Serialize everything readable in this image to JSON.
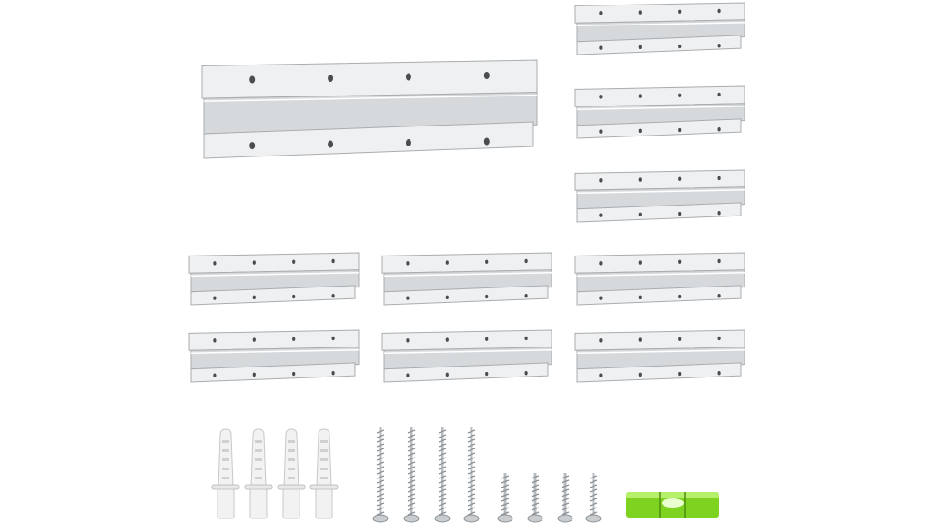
{
  "image": {
    "subject": "french-cleat-hanger-kit",
    "colors": {
      "background": "#ffffff",
      "aluminum_light": "#eef0f1",
      "aluminum_mid": "#d6d9db",
      "aluminum_dark": "#a9adb0",
      "hole": "#4a4d50",
      "anchor": "#f2f2f2",
      "screw": "#b8bcc0",
      "level_green": "#7ed321"
    },
    "items": [
      {
        "name": "large-cleat-bracket",
        "icon": "bracket-icon"
      },
      {
        "name": "small-cleat-bracket",
        "icon": "bracket-icon"
      },
      {
        "name": "wall-anchor",
        "icon": "anchor-icon"
      },
      {
        "name": "long-screw",
        "icon": "screw-icon"
      },
      {
        "name": "short-screw",
        "icon": "screw-icon"
      },
      {
        "name": "bubble-level",
        "icon": "level-icon"
      }
    ]
  }
}
